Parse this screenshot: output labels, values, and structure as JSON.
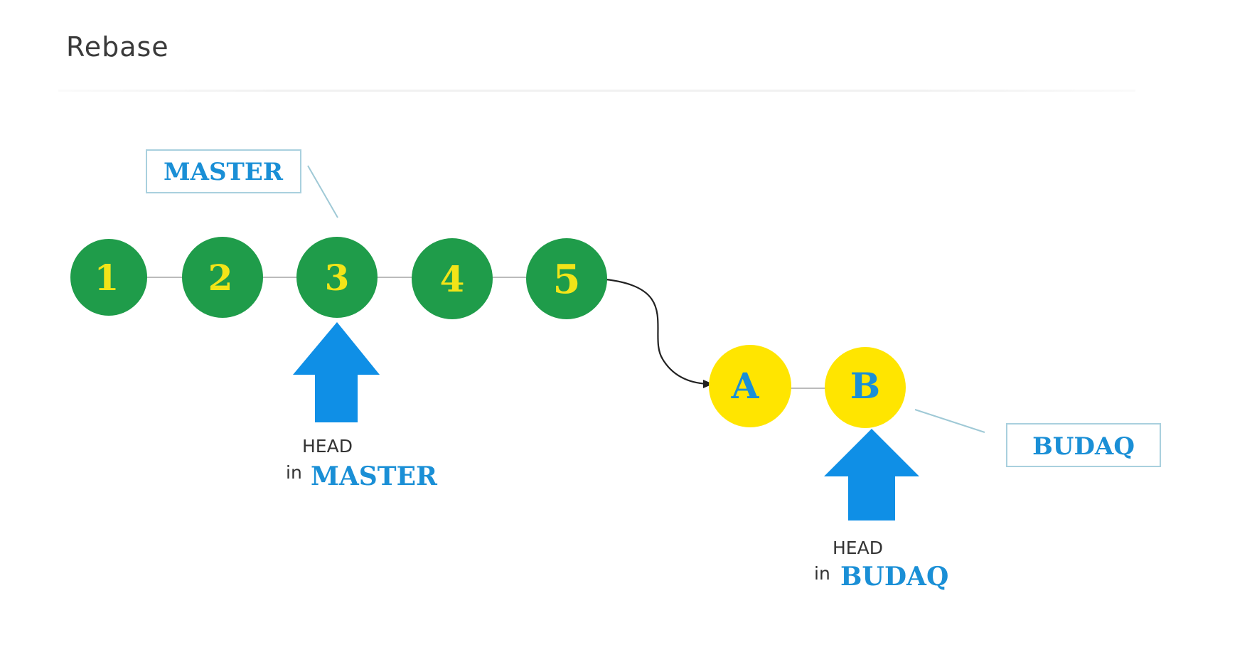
{
  "title": "Rebase",
  "colors": {
    "master_commit_fill": "#1f9c4a",
    "master_commit_text": "#f2e418",
    "branch_commit_fill": "#ffe500",
    "branch_commit_text": "#1a8fd6",
    "branch_label_text": "#1a8fd6",
    "head_arrow": "#0f8fe6",
    "connector": "#bbbbbb",
    "callout_line": "#9fc9d6"
  },
  "master_commits": [
    {
      "label": "1"
    },
    {
      "label": "2"
    },
    {
      "label": "3"
    },
    {
      "label": "4"
    },
    {
      "label": "5"
    }
  ],
  "branch_commits": [
    {
      "label": "A"
    },
    {
      "label": "B"
    }
  ],
  "branch_labels": {
    "master": "MASTER",
    "budaq": "BUDAQ"
  },
  "head_markers": {
    "master": {
      "head": "HEAD",
      "in": "in",
      "branch": "MASTER"
    },
    "budaq": {
      "head": "HEAD",
      "in": "in",
      "branch": "BUDAQ"
    }
  },
  "icons": {
    "head_arrow": "up-arrow-icon",
    "rebase_curve": "curved-arrow-icon"
  }
}
